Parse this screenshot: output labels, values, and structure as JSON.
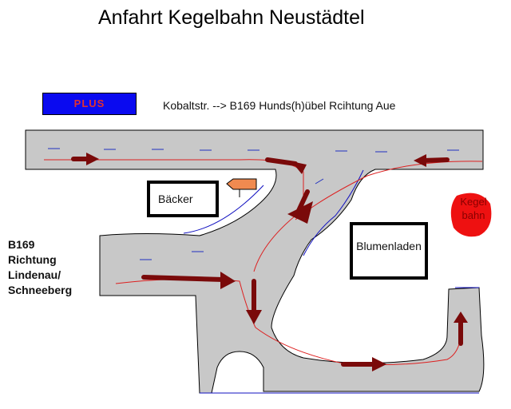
{
  "title": "Anfahrt Kegelbahn Neustädtel",
  "plus_sign": "PLUS",
  "route_note": "Kobaltstr. --> B169 Hunds(h)übel Rcihtung Aue",
  "landmarks": {
    "baecker": "Bäcker",
    "blumenladen": "Blumenladen",
    "kegelbahn_line1": "Kegel",
    "kegelbahn_line2": "bahn"
  },
  "b169_label": [
    "B169",
    "Richtung",
    "Lindenau/",
    "Schneeberg"
  ],
  "colors": {
    "road": "#c8c8c8",
    "arrow": "#7a0a0a",
    "route_line": "#dd2020",
    "plus_bg": "#0a0af0",
    "kegel_blob": "#ee1111",
    "sign": "#f08a50"
  }
}
